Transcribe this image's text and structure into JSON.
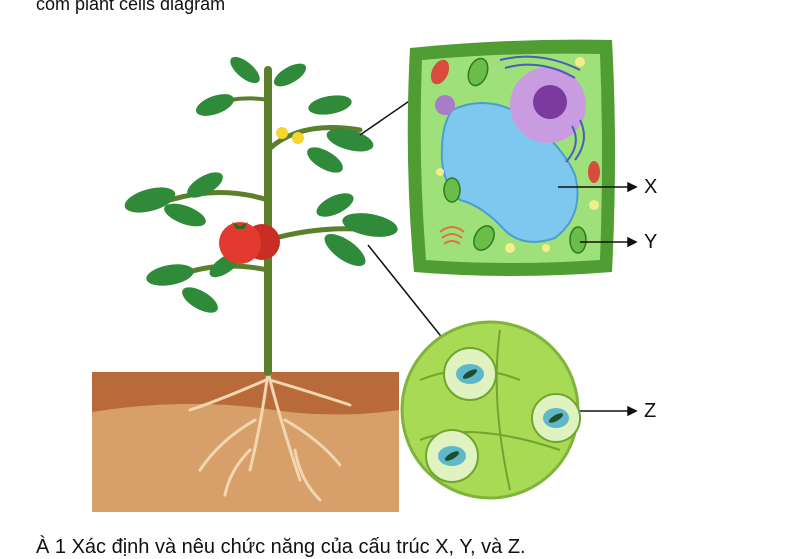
{
  "top_text": "com plant cells diagram",
  "bottom_text": "À 1 Xác định và nêu chức năng của cấu trúc X, Y, và Z.",
  "labels": {
    "x": "X",
    "y": "Y",
    "z": "Z"
  },
  "colors": {
    "soil_top": "#b86a3a",
    "soil_bottom": "#d7a06b",
    "stem": "#5b7f2a",
    "leaf": "#2f8a3a",
    "leaf_light": "#4aa84b",
    "tomato": "#e23a2e",
    "flower": "#f6d531",
    "cell_wall": "#59a83b",
    "cytoplasm": "#9ee07a",
    "vacuole": "#7ec7ee",
    "nucleus": "#b97ad6",
    "chloroplast": "#6bbd4a",
    "mitochondria": "#d94b3c",
    "circle_bg": "#a9da55"
  }
}
